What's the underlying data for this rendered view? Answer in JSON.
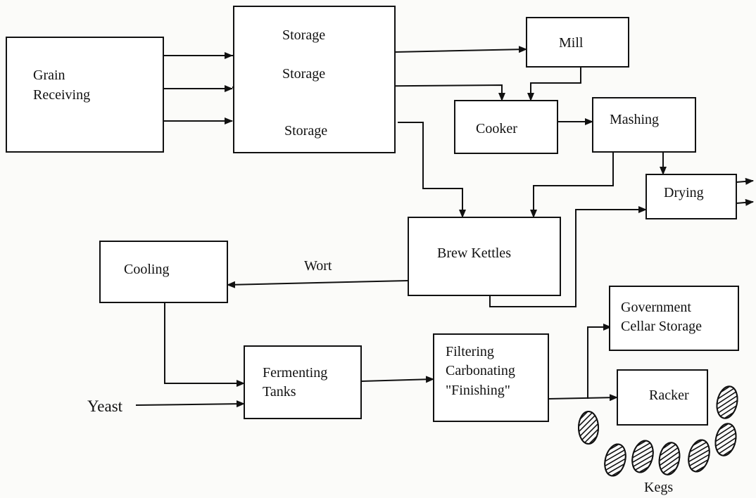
{
  "nodes": {
    "grain_receiving": [
      "Grain",
      "Receiving"
    ],
    "storage_1": "Storage",
    "storage_2": "Storage",
    "storage_3": "Storage",
    "mill": "Mill",
    "cooker": "Cooker",
    "mashing": "Mashing",
    "drying": "Drying",
    "brew_kettles": "Brew Kettles",
    "cooling": "Cooling",
    "fermenting": [
      "Fermenting",
      "Tanks"
    ],
    "finishing": [
      "Filtering",
      "Carbonating",
      "\"Finishing\""
    ],
    "gov_storage": [
      "Government",
      "Cellar Storage"
    ],
    "racker": "Racker"
  },
  "labels": {
    "wort": "Wort",
    "yeast": "Yeast",
    "kegs": "Kegs"
  },
  "edges": [
    {
      "from": "Grain Receiving",
      "to": "Storage"
    },
    {
      "from": "Storage",
      "to": "Mill"
    },
    {
      "from": "Storage",
      "to": "Cooker"
    },
    {
      "from": "Mill",
      "to": "Cooker"
    },
    {
      "from": "Storage",
      "to": "Brew Kettles"
    },
    {
      "from": "Cooker",
      "to": "Mashing"
    },
    {
      "from": "Mashing",
      "to": "Drying"
    },
    {
      "from": "Mashing",
      "to": "Brew Kettles"
    },
    {
      "from": "Brew Kettles",
      "to": "Drying"
    },
    {
      "from": "Brew Kettles",
      "to": "Cooling",
      "label": "Wort"
    },
    {
      "from": "Cooling",
      "to": "Fermenting Tanks"
    },
    {
      "from": "Yeast",
      "to": "Fermenting Tanks"
    },
    {
      "from": "Fermenting Tanks",
      "to": "Filtering Carbonating \"Finishing\""
    },
    {
      "from": "Filtering Carbonating \"Finishing\"",
      "to": "Government Cellar Storage"
    },
    {
      "from": "Filtering Carbonating \"Finishing\"",
      "to": "Racker"
    }
  ]
}
